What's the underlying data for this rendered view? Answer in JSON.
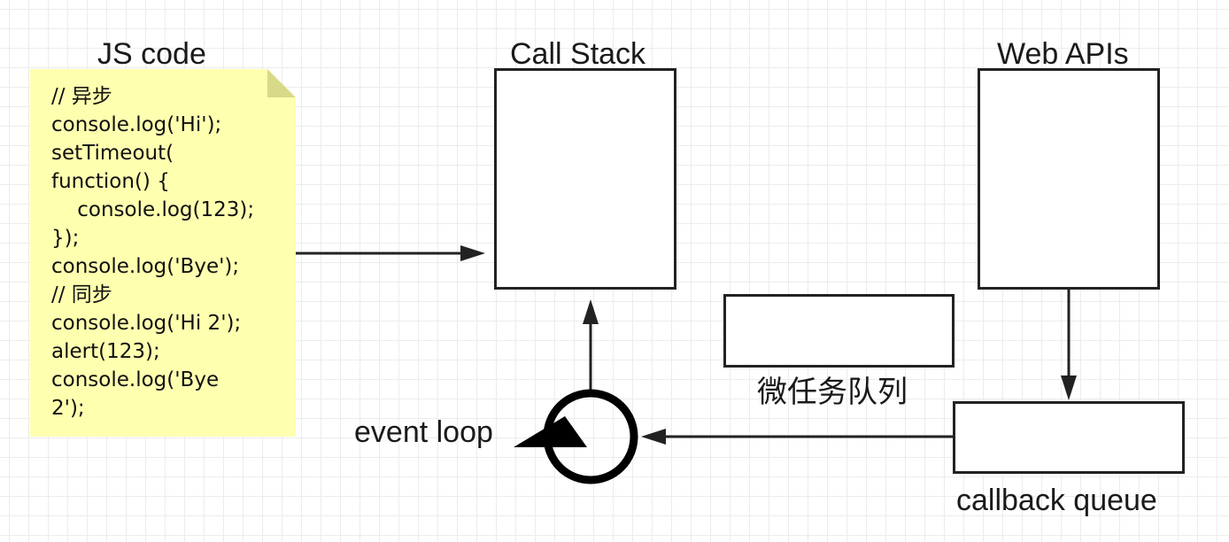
{
  "titles": {
    "js_code": "JS code",
    "call_stack": "Call Stack",
    "web_apis": "Web APIs"
  },
  "code_lines": [
    "// 异步",
    "console.log('Hi');",
    "setTimeout(",
    "function() {",
    "    console.log(123);",
    "});",
    "console.log('Bye');",
    "// 同步",
    "console.log('Hi 2');",
    "alert(123);",
    "console.log('Bye",
    "2');"
  ],
  "labels": {
    "microtask_queue": "微任务队列",
    "event_loop": "event loop",
    "callback_queue": "callback queue"
  },
  "colors": {
    "note_fill": "#ffffb0",
    "note_fold": "#d9d98a",
    "stroke": "#222222"
  }
}
